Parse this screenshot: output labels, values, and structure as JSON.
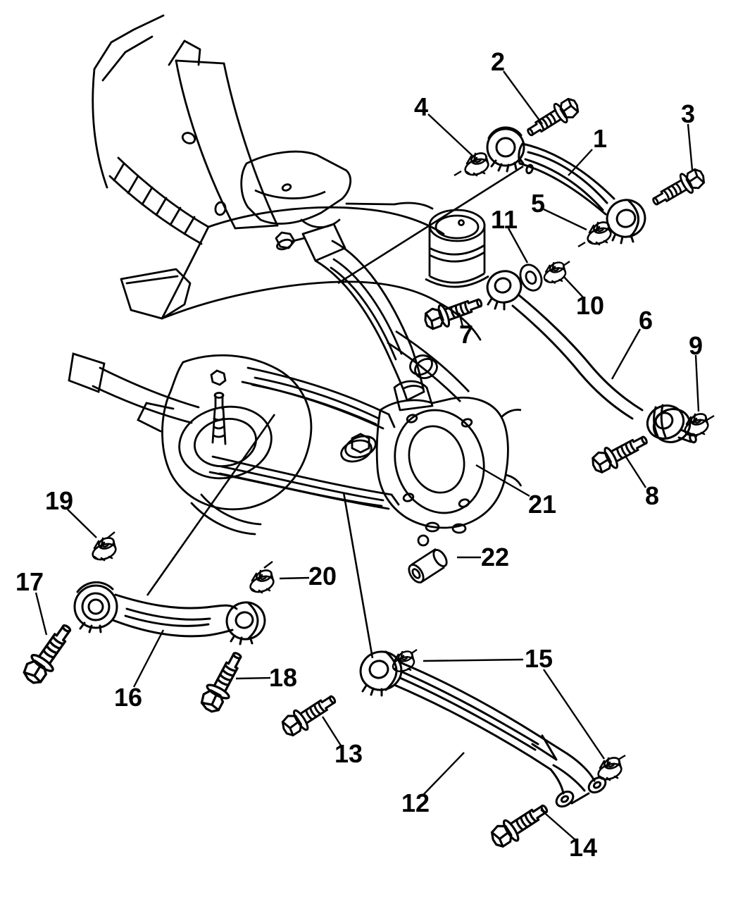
{
  "diagram": {
    "colors": {
      "background": "#ffffff",
      "line": "#000000"
    },
    "callouts": [
      {
        "label": "1"
      },
      {
        "label": "2"
      },
      {
        "label": "3"
      },
      {
        "label": "4"
      },
      {
        "label": "5"
      },
      {
        "label": "6"
      },
      {
        "label": "7"
      },
      {
        "label": "8"
      },
      {
        "label": "9"
      },
      {
        "label": "10"
      },
      {
        "label": "11"
      },
      {
        "label": "12"
      },
      {
        "label": "13"
      },
      {
        "label": "14"
      },
      {
        "label": "15"
      },
      {
        "label": "16"
      },
      {
        "label": "17"
      },
      {
        "label": "18"
      },
      {
        "label": "19"
      },
      {
        "label": "20"
      },
      {
        "label": "21"
      },
      {
        "label": "22"
      }
    ]
  }
}
